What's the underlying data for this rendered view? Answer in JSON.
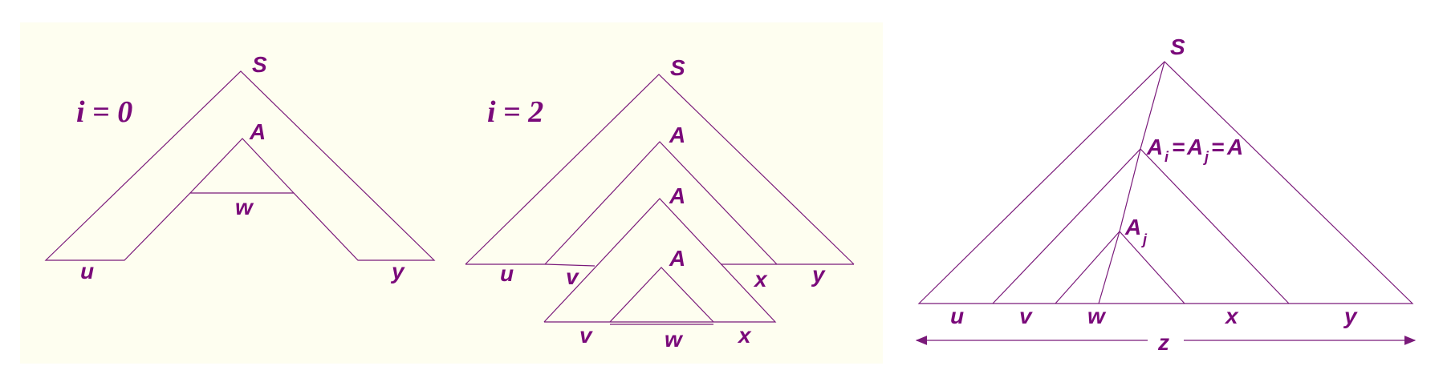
{
  "colors": {
    "panel_bg": "#fefef0",
    "page_bg": "#ffffff",
    "ink": "#7a0a7a",
    "line": "#7a1a7a"
  },
  "panel_i0": {
    "equation": "i = 0",
    "root": "S",
    "inner": "A",
    "w": "w",
    "u": "u",
    "y": "y"
  },
  "panel_i2": {
    "equation": "i = 2",
    "root": "S",
    "a1": "A",
    "a2": "A",
    "a3": "A",
    "u": "u",
    "v1": "v",
    "x1": "x",
    "y": "y",
    "v2": "v",
    "w": "w",
    "x2": "x"
  },
  "panel_general": {
    "root": "S",
    "ai": "A",
    "ai_sub": "i",
    "eq1": "=",
    "aj": "A",
    "aj_sub": "j",
    "eq2": "=",
    "a": "A",
    "aj_low": "A",
    "aj_low_sub": "j",
    "u": "u",
    "v": "v",
    "w": "w",
    "x": "x",
    "y": "y",
    "z": "z"
  }
}
